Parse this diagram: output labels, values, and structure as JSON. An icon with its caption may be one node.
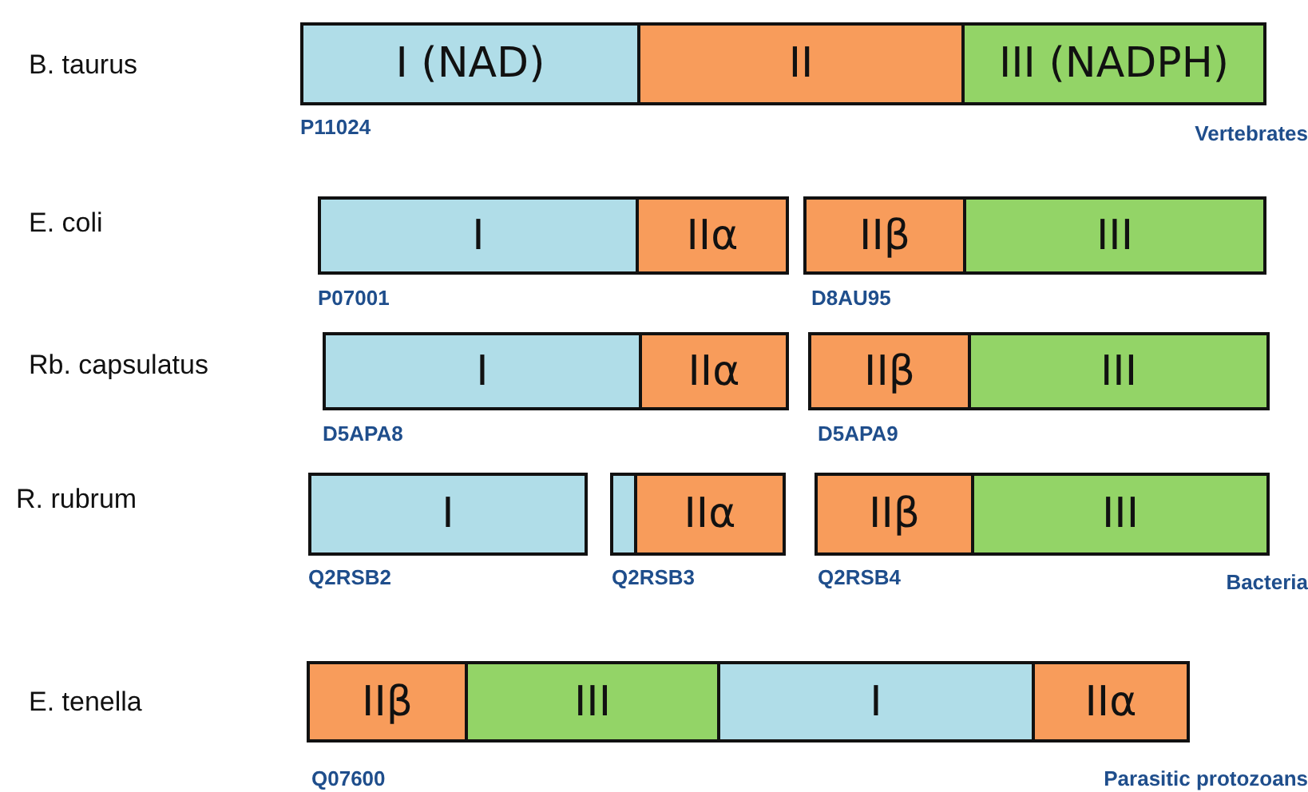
{
  "diagram": {
    "nodes": [
      {
        "text": [
          "I (NAD)"
        ]
      },
      {
        "text": [
          "II"
        ]
      },
      {
        "text": [
          "III (NADPH)"
        ]
      },
      {
        "text": [
          "I"
        ]
      },
      {
        "text": [
          "IIα"
        ]
      },
      {
        "text": [
          "IIβ"
        ]
      },
      {
        "text": [
          "III"
        ]
      },
      {
        "text": [
          "I"
        ]
      },
      {
        "text": [
          "IIα"
        ]
      },
      {
        "text": [
          "IIβ"
        ]
      },
      {
        "text": [
          "III"
        ]
      },
      {
        "text": [
          "I"
        ]
      },
      {
        "text": [],
        "shape": "box"
      },
      {
        "text": [
          "IIα"
        ]
      },
      {
        "text": [
          "IIβ"
        ]
      },
      {
        "text": [
          "III"
        ]
      },
      {
        "text": [
          "IIβ"
        ]
      },
      {
        "text": [
          "III"
        ]
      },
      {
        "text": [
          "I"
        ]
      },
      {
        "text": [
          "IIα"
        ]
      }
    ],
    "edges": [],
    "labels": [
      "B. taurus",
      "P11024",
      "Vertebrates",
      "E. coli",
      "P07001",
      "D8AU95",
      "Rb. capsulatus",
      "D5APA8",
      "D5APA9",
      "R. rubrum",
      "Q2RSB2",
      "Q2RSB3",
      "Q2RSB4",
      "Bacteria",
      "E. tenella",
      "Q07600",
      "Parasitic protozoans"
    ]
  }
}
